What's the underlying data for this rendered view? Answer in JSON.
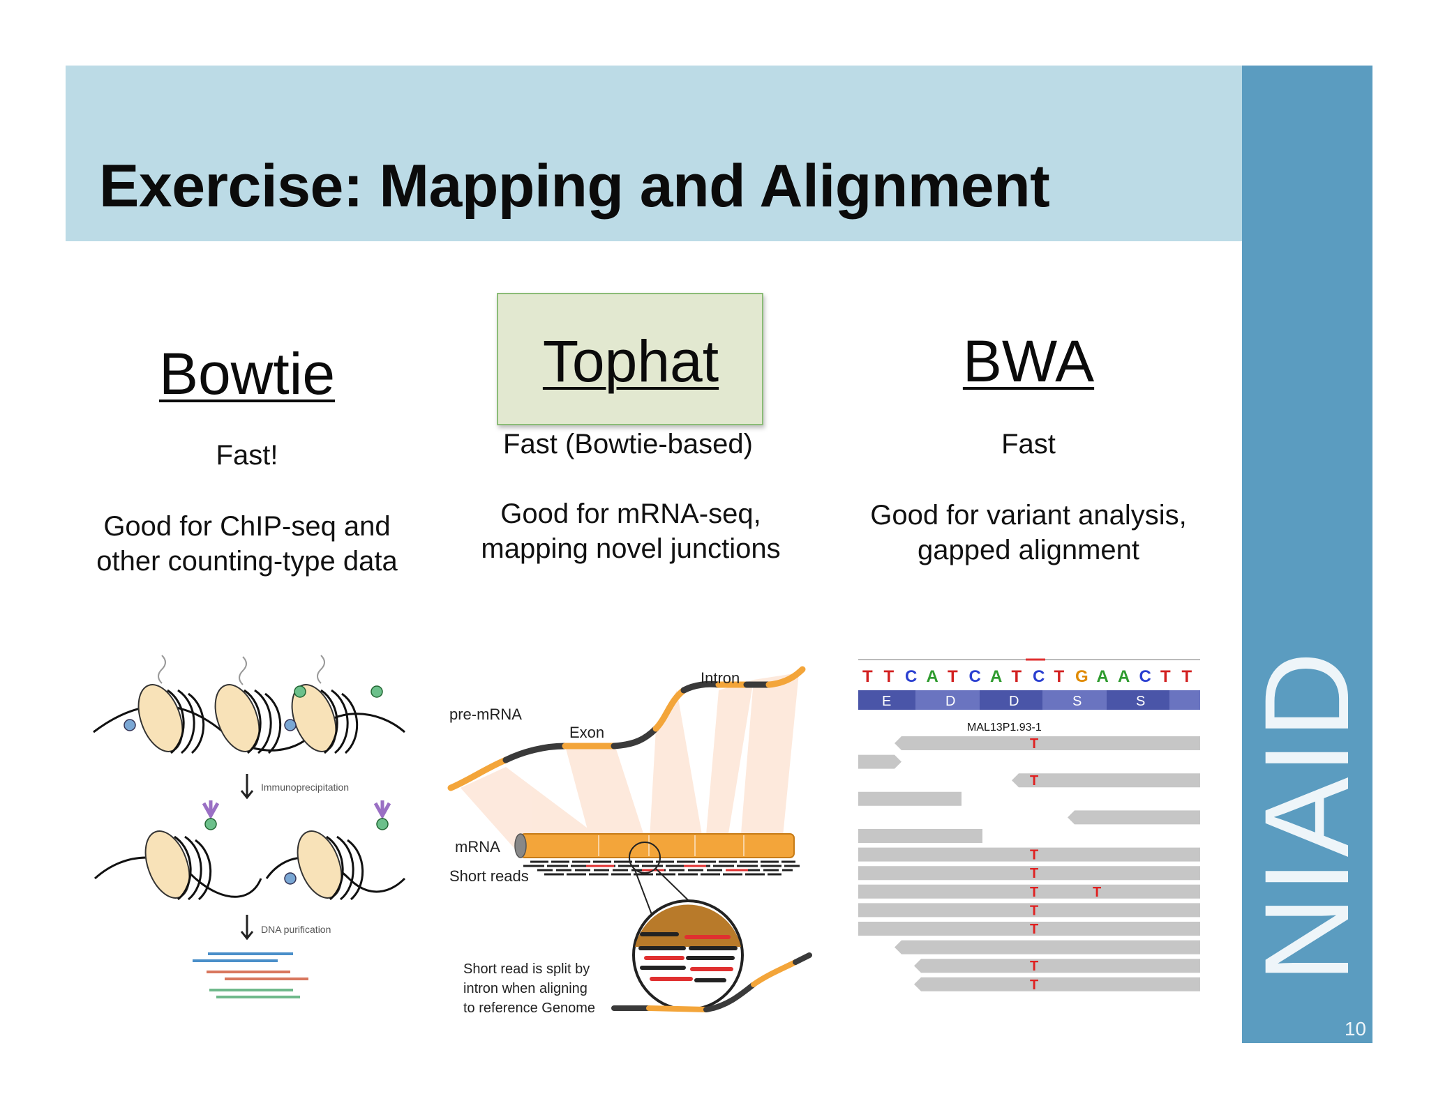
{
  "slide": {
    "title": "Exercise: Mapping and Alignment",
    "logo": "NIAID",
    "page_number": "10"
  },
  "columns": [
    {
      "tool": "Bowtie",
      "speed": "Fast!",
      "use_line1": "Good for ChIP-seq and",
      "use_line2": "other counting-type data",
      "highlighted": false
    },
    {
      "tool": "Tophat",
      "speed": "Fast (Bowtie-based)",
      "use_line1": "Good for mRNA-seq,",
      "use_line2": "mapping novel junctions",
      "highlighted": true
    },
    {
      "tool": "BWA",
      "speed": "Fast",
      "use_line1": "Good for variant analysis,",
      "use_line2": "gapped alignment",
      "highlighted": false
    }
  ],
  "chip_figure": {
    "step1": "Immunoprecipitation",
    "step2": "DNA purification"
  },
  "tophat_figure": {
    "label_pre_mrna": "pre-mRNA",
    "label_exon": "Exon",
    "label_intron": "Intron",
    "label_mrna": "mRNA",
    "label_short_reads": "Short reads",
    "caption_line1": "Short read is split by",
    "caption_line2": "intron when aligning",
    "caption_line3": "to reference Genome"
  },
  "bwa_figure": {
    "reference_bases": [
      "T",
      "T",
      "C",
      "A",
      "T",
      "C",
      "A",
      "T",
      "C",
      "T",
      "G",
      "A",
      "A",
      "C",
      "T",
      "T"
    ],
    "amino_acids": [
      "E",
      "D",
      "D",
      "S",
      "S"
    ],
    "gene_label": "MAL13P1.93-1",
    "variant_base": "T",
    "base_colors": {
      "A": "#2e9b2e",
      "C": "#2a3fd0",
      "G": "#e08a00",
      "T": "#d22020"
    }
  },
  "colors": {
    "header_band": "#bcdbe6",
    "side_band": "#5b9cc0",
    "highlight_fill": "#e2e8d0",
    "highlight_border": "#8bbc77",
    "exon_orange": "#f3a53a"
  }
}
